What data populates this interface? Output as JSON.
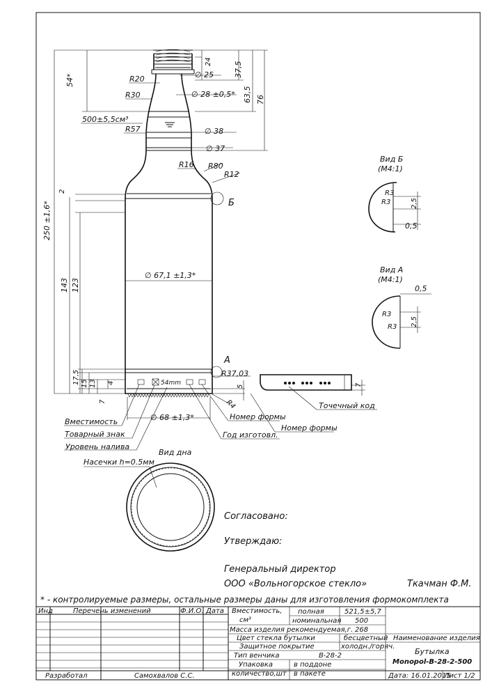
{
  "dims": {
    "d54": "54*",
    "d24": "24",
    "d37_5": "37,5",
    "d63_5": "63,5",
    "d76": "76",
    "r20": "R20",
    "dia25": "∅ 25",
    "r30": "R30",
    "dia28": "∅ 28 ±0,5*",
    "volume": "500±5,5см³",
    "r57": "R57",
    "dia38": "∅ 38",
    "dia37": "∅ 37",
    "r16": "R16",
    "r80": "R80",
    "r12": "R12",
    "d2": "2",
    "d250": "250 ±1,6*",
    "d143": "143",
    "d123": "123",
    "dia67": "∅ 67,1 ±1,3*",
    "d17_5": "17,5",
    "d15": "15",
    "d13": "13",
    "d4": "4",
    "d7": "7",
    "r37": "R37,03",
    "d5": "5",
    "r4": "R4",
    "d7b": "7",
    "dia68": "∅ 68 ±1,3*",
    "mark54": "54mm"
  },
  "callouts": {
    "viewB": "Б",
    "viewA": "А",
    "capacity": "Вместимость",
    "trademark": "Товарный знак",
    "fill_level": "Уровень налива",
    "notches": "Насечки h=0.5мм",
    "mold_no_1": "Номер формы",
    "mold_no_2": "Номер формы",
    "year": "Год изготовл.",
    "dot_code": "Точечный код"
  },
  "details": {
    "view_b_title": "Вид Б",
    "view_b_scale": "(М4:1)",
    "view_b_r3a": "R3",
    "view_b_r3b": "R3",
    "view_b_d25": "2,5",
    "view_b_d05": "0,5",
    "view_a_title": "Вид А",
    "view_a_scale": "(М4:1)",
    "view_a_d05": "0,5",
    "view_a_r3a": "R3",
    "view_a_r3b": "R3",
    "view_a_d25": "2,5",
    "bottom_view_title": "Вид дна"
  },
  "approval": {
    "agreed": "Согласовано:",
    "approve": "Утверждаю:",
    "position": "Генеральный директор",
    "company": "ООО «Вольногорское стекло»",
    "person": "Ткачман Ф.М."
  },
  "note": "* - контролируемые размеры, остальные размеры даны для изготовления формокомплекта",
  "titleblock": {
    "h_ind": "Инд",
    "h_changes": "Перечень изменений",
    "h_fio": "Ф.И.О.",
    "h_date": "Дата",
    "capacity_label": "Вместимость,",
    "capacity_unit": "см³",
    "full_label": "полная",
    "full_value": "521,5±5,7",
    "nominal_label": "номинальная",
    "nominal_value": "500",
    "mass_label": "Масса изделия рекомендуемая,г.",
    "mass_value": "268",
    "color_label": "Цвет стекла бутылки",
    "color_value": "бесцветный",
    "coating_label": "Защитное покрытие",
    "coating_value": "холодн./горяч.",
    "crown_label": "Тип венчика",
    "crown_value": "B-28-2",
    "pack_label1": "Упаковка",
    "pack_label2": "количество,шт",
    "pallet_label": "в поддоне",
    "package_label": "в пакете",
    "product_name_label": "Наименование изделия",
    "product_line1": "Бутылка",
    "product_line2": "Monopol-B-28-2-500",
    "developer_label": "Разработал",
    "developer_name": "Самохвалов С.С.",
    "date": "Дата: 16.01.2015",
    "sheet": "Лист 1/2"
  }
}
